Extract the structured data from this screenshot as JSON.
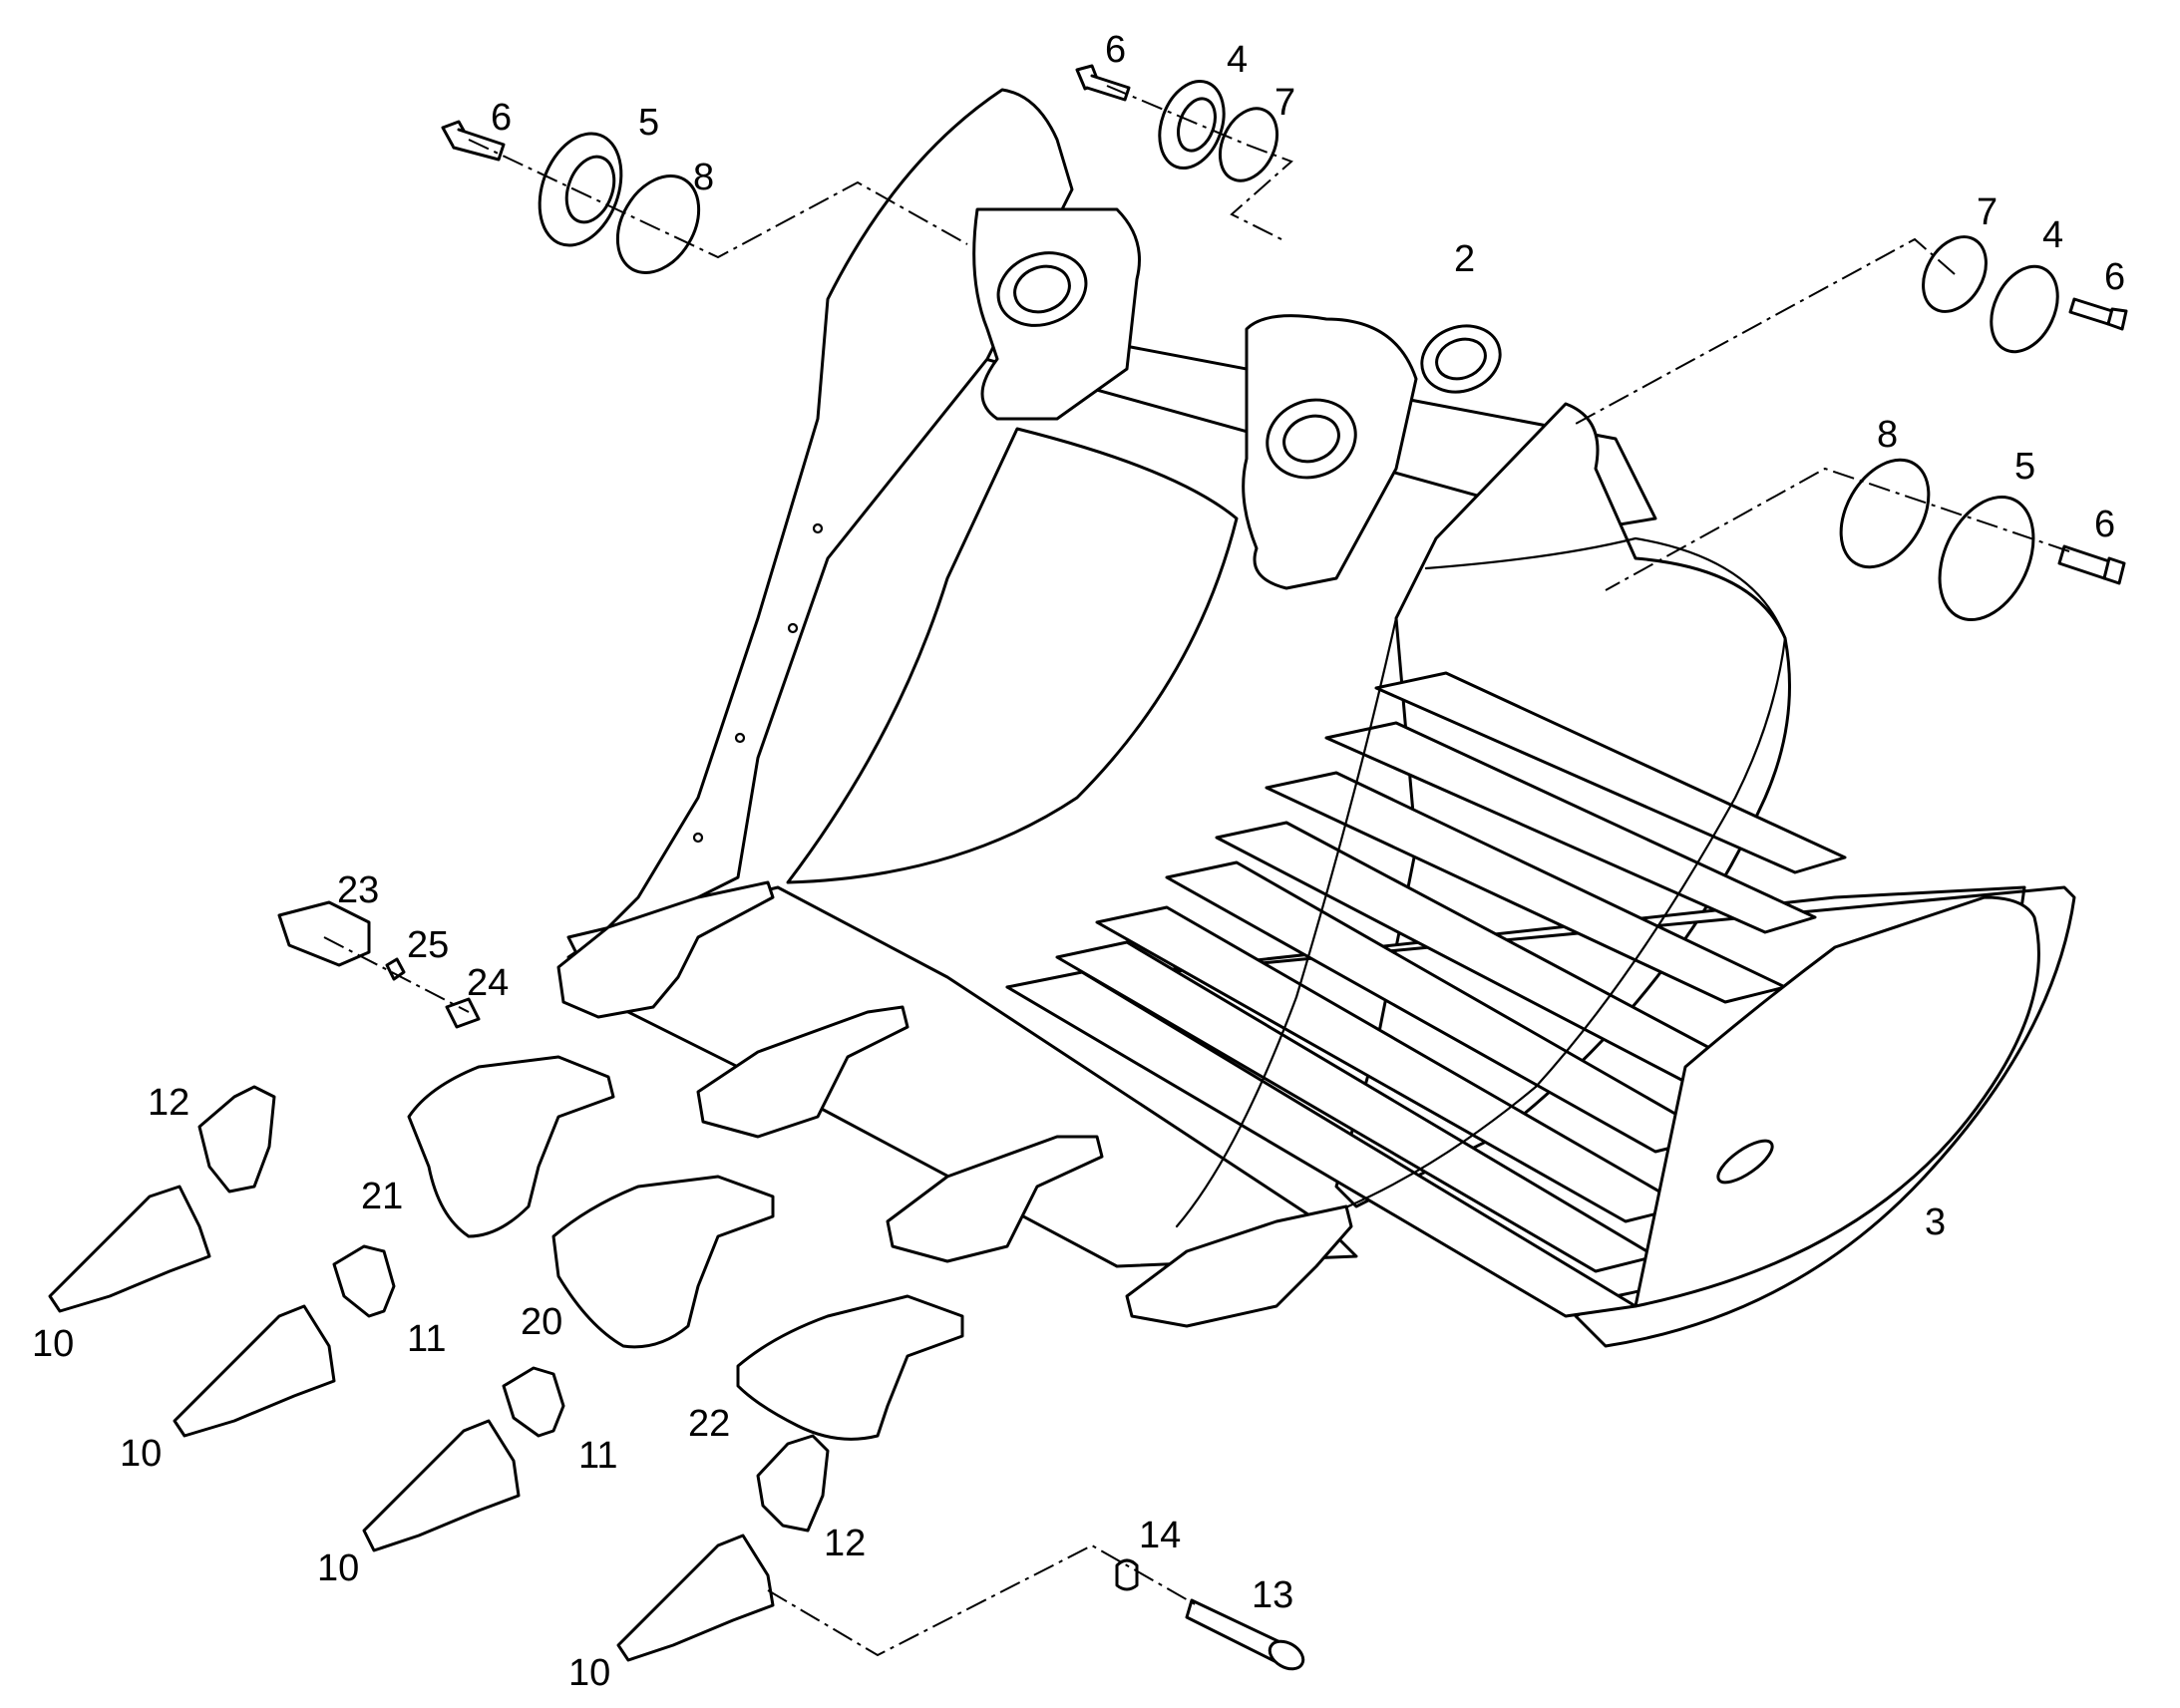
{
  "diagram": {
    "callouts": [
      {
        "id": "c6a",
        "text": "6"
      },
      {
        "id": "c5a",
        "text": "5"
      },
      {
        "id": "c8a",
        "text": "8"
      },
      {
        "id": "c6b",
        "text": "6"
      },
      {
        "id": "c4a",
        "text": "4"
      },
      {
        "id": "c7a",
        "text": "7"
      },
      {
        "id": "c2",
        "text": "2"
      },
      {
        "id": "c7b",
        "text": "7"
      },
      {
        "id": "c4b",
        "text": "4"
      },
      {
        "id": "c6c",
        "text": "6"
      },
      {
        "id": "c8b",
        "text": "8"
      },
      {
        "id": "c5b",
        "text": "5"
      },
      {
        "id": "c6d",
        "text": "6"
      },
      {
        "id": "c3",
        "text": "3"
      },
      {
        "id": "c23",
        "text": "23"
      },
      {
        "id": "c25",
        "text": "25"
      },
      {
        "id": "c24",
        "text": "24"
      },
      {
        "id": "c12a",
        "text": "12"
      },
      {
        "id": "c21",
        "text": "21"
      },
      {
        "id": "c20",
        "text": "20"
      },
      {
        "id": "c22",
        "text": "22"
      },
      {
        "id": "c10a",
        "text": "10"
      },
      {
        "id": "c11a",
        "text": "11"
      },
      {
        "id": "c10b",
        "text": "10"
      },
      {
        "id": "c11b",
        "text": "11"
      },
      {
        "id": "c10c",
        "text": "10"
      },
      {
        "id": "c12b",
        "text": "12"
      },
      {
        "id": "c14",
        "text": "14"
      },
      {
        "id": "c13",
        "text": "13"
      },
      {
        "id": "c10d",
        "text": "10"
      }
    ]
  }
}
